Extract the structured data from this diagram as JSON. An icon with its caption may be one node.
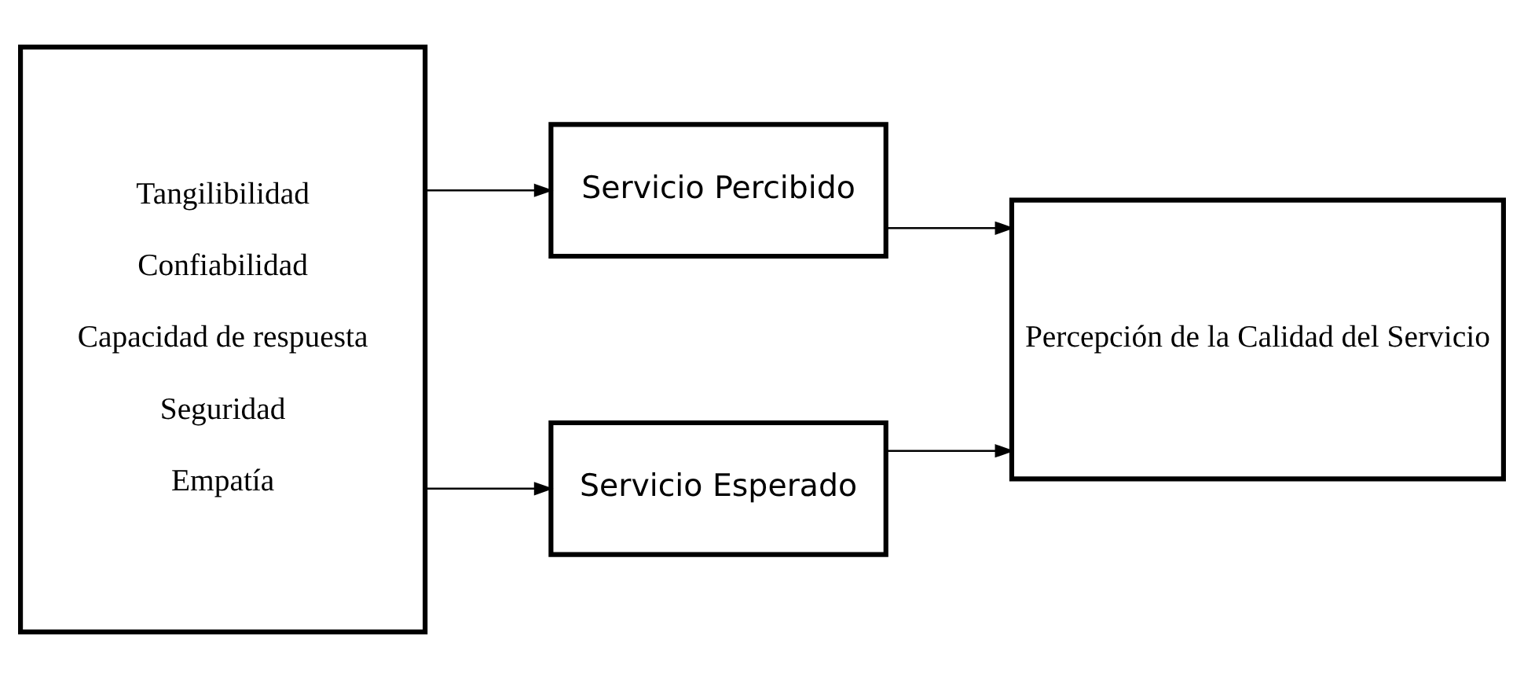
{
  "diagram": {
    "nodes": [
      {
        "text": [
          "Tangilibilidad",
          "Confiabilidad",
          "Capacidad de respuesta",
          "Seguridad",
          "Empatía"
        ]
      },
      {
        "text": [
          "Servicio Percibido"
        ]
      },
      {
        "text": [
          "Servicio Esperado"
        ]
      },
      {
        "text": [
          "Percepción de la Calidad del Servicio"
        ]
      }
    ],
    "edges": [
      {
        "from": 0,
        "to": 1,
        "arrow": "to"
      },
      {
        "from": 0,
        "to": 2,
        "arrow": "to"
      },
      {
        "from": 1,
        "to": 3,
        "arrow": "to"
      },
      {
        "from": 2,
        "to": 3,
        "arrow": "to"
      }
    ]
  }
}
